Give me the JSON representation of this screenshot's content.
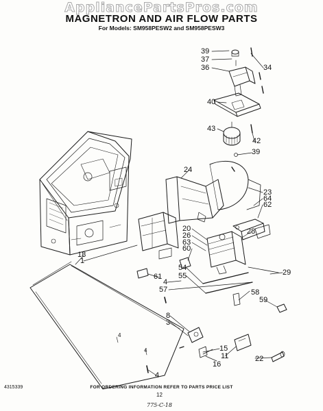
{
  "watermark": "AppliancePartsPros.com",
  "header": {
    "title": "MAGNETRON AND AIR FLOW PARTS",
    "subtitle": "For Models: SM958PESW2 and SM958PESW3"
  },
  "callouts": [
    "39",
    "37",
    "36",
    "34",
    "40",
    "43",
    "42",
    "39",
    "24",
    "23",
    "64",
    "62",
    "20",
    "26",
    "63",
    "60",
    "28",
    "18",
    "1",
    "61",
    "54",
    "55",
    "4",
    "57",
    "58",
    "29",
    "8",
    "3",
    "59",
    "15",
    "11",
    "16",
    "22",
    "4",
    "4",
    "4"
  ],
  "footer": {
    "ordering_text": "FOR ORDERING INFORMATION REFER TO PARTS PRICE LIST",
    "doc_number": "4315339",
    "page_number": "12",
    "handwritten_note": "775-C-18"
  }
}
